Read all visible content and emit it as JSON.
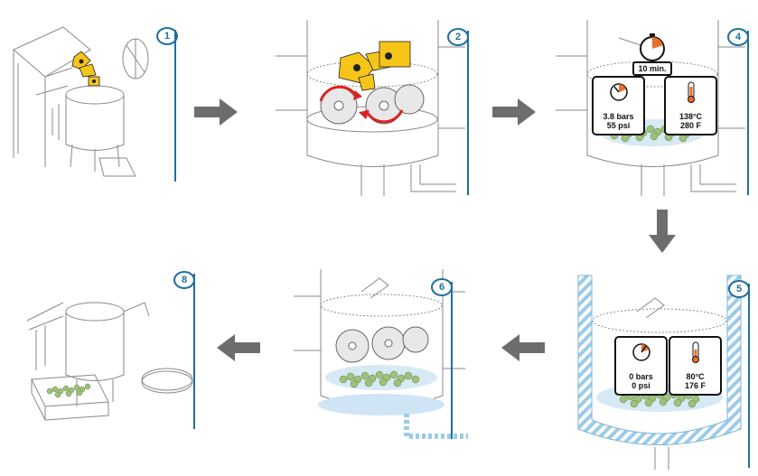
{
  "steps": [
    {
      "number": "1"
    },
    {
      "number": "2"
    },
    {
      "number": "4"
    },
    {
      "number": "5"
    },
    {
      "number": "6"
    },
    {
      "number": "8"
    }
  ],
  "step4": {
    "timer": "10 min.",
    "pressure": [
      "3.8 bars",
      "55 psi"
    ],
    "temperature": [
      "138°C",
      "280 F"
    ]
  },
  "step5": {
    "pressure": [
      "0 bars",
      "0 psi"
    ],
    "temperature": [
      "80°C",
      "176 F"
    ]
  },
  "colors": {
    "accent": "#1f6f9f",
    "arrow": "#6d6d6d",
    "water": "#9ccbe8",
    "waste": "#9fc27a",
    "biohazard": "#f5c518",
    "blade_arrow": "#e02020",
    "thermo": "#e8702a"
  },
  "icons": [
    "biohazard-bag-icon",
    "pressure-gauge-icon",
    "thermometer-icon",
    "timer-icon",
    "arrow-right-icon",
    "arrow-left-icon",
    "arrow-down-icon"
  ]
}
